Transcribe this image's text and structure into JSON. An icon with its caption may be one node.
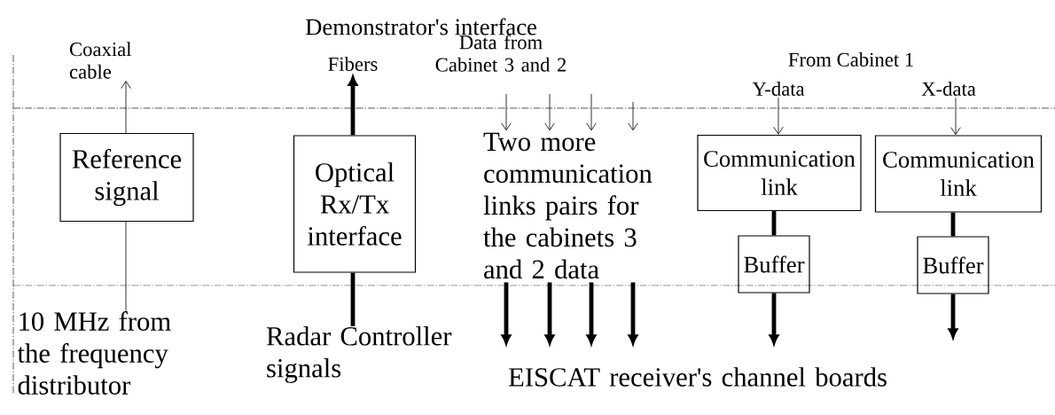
{
  "diagram": {
    "nodes": [
      {
        "text": [
          "Coaxial cable"
        ]
      },
      {
        "text": [
          "Reference signal"
        ]
      },
      {
        "text": [
          "10 MHz from the frequency distributor"
        ]
      },
      {
        "text": [
          "Fibers"
        ]
      },
      {
        "text": [
          "Optical Rx/Tx interface"
        ]
      },
      {
        "text": [
          "Radar Controller signals"
        ]
      },
      {
        "text": [
          "Data from Cabinet 3 and 2"
        ]
      },
      {
        "text": [
          "Two more communication links pairs for the cabinets 3 and 2 data"
        ]
      },
      {
        "text": [
          "Y-data"
        ]
      },
      {
        "text": [
          "Communication link"
        ]
      },
      {
        "text": [
          "Buffer"
        ]
      },
      {
        "text": [
          "X-data"
        ]
      },
      {
        "text": [
          "Communication link"
        ]
      },
      {
        "text": [
          "Buffer"
        ]
      },
      {
        "text": [
          "EISCAT receiver's channel boards"
        ]
      }
    ],
    "edges": [
      {
        "from": 1,
        "to": 0,
        "arrow": "to"
      },
      {
        "from": 2,
        "to": 1,
        "arrow": "none"
      },
      {
        "from": 4,
        "to": 3,
        "arrow": "to"
      },
      {
        "from": 5,
        "to": 4,
        "arrow": "none"
      },
      {
        "from": 6,
        "to": 7,
        "arrow": "to"
      },
      {
        "from": 6,
        "to": 7,
        "arrow": "to"
      },
      {
        "from": 6,
        "to": 7,
        "arrow": "to"
      },
      {
        "from": null,
        "to": 7,
        "arrow": "to"
      },
      {
        "from": 7,
        "to": 14,
        "arrow": "to"
      },
      {
        "from": 7,
        "to": 14,
        "arrow": "to"
      },
      {
        "from": 7,
        "to": 14,
        "arrow": "to"
      },
      {
        "from": 7,
        "to": 14,
        "arrow": "to"
      },
      {
        "from": 8,
        "to": 9,
        "arrow": "to"
      },
      {
        "from": 9,
        "to": 10,
        "arrow": "none"
      },
      {
        "from": 10,
        "to": 14,
        "arrow": "to"
      },
      {
        "from": 11,
        "to": 12,
        "arrow": "to"
      },
      {
        "from": 12,
        "to": 13,
        "arrow": "none"
      },
      {
        "from": 13,
        "to": null,
        "arrow": "to"
      }
    ],
    "labels": [
      "Demonstrator's interface",
      "From Cabinet 1"
    ]
  }
}
